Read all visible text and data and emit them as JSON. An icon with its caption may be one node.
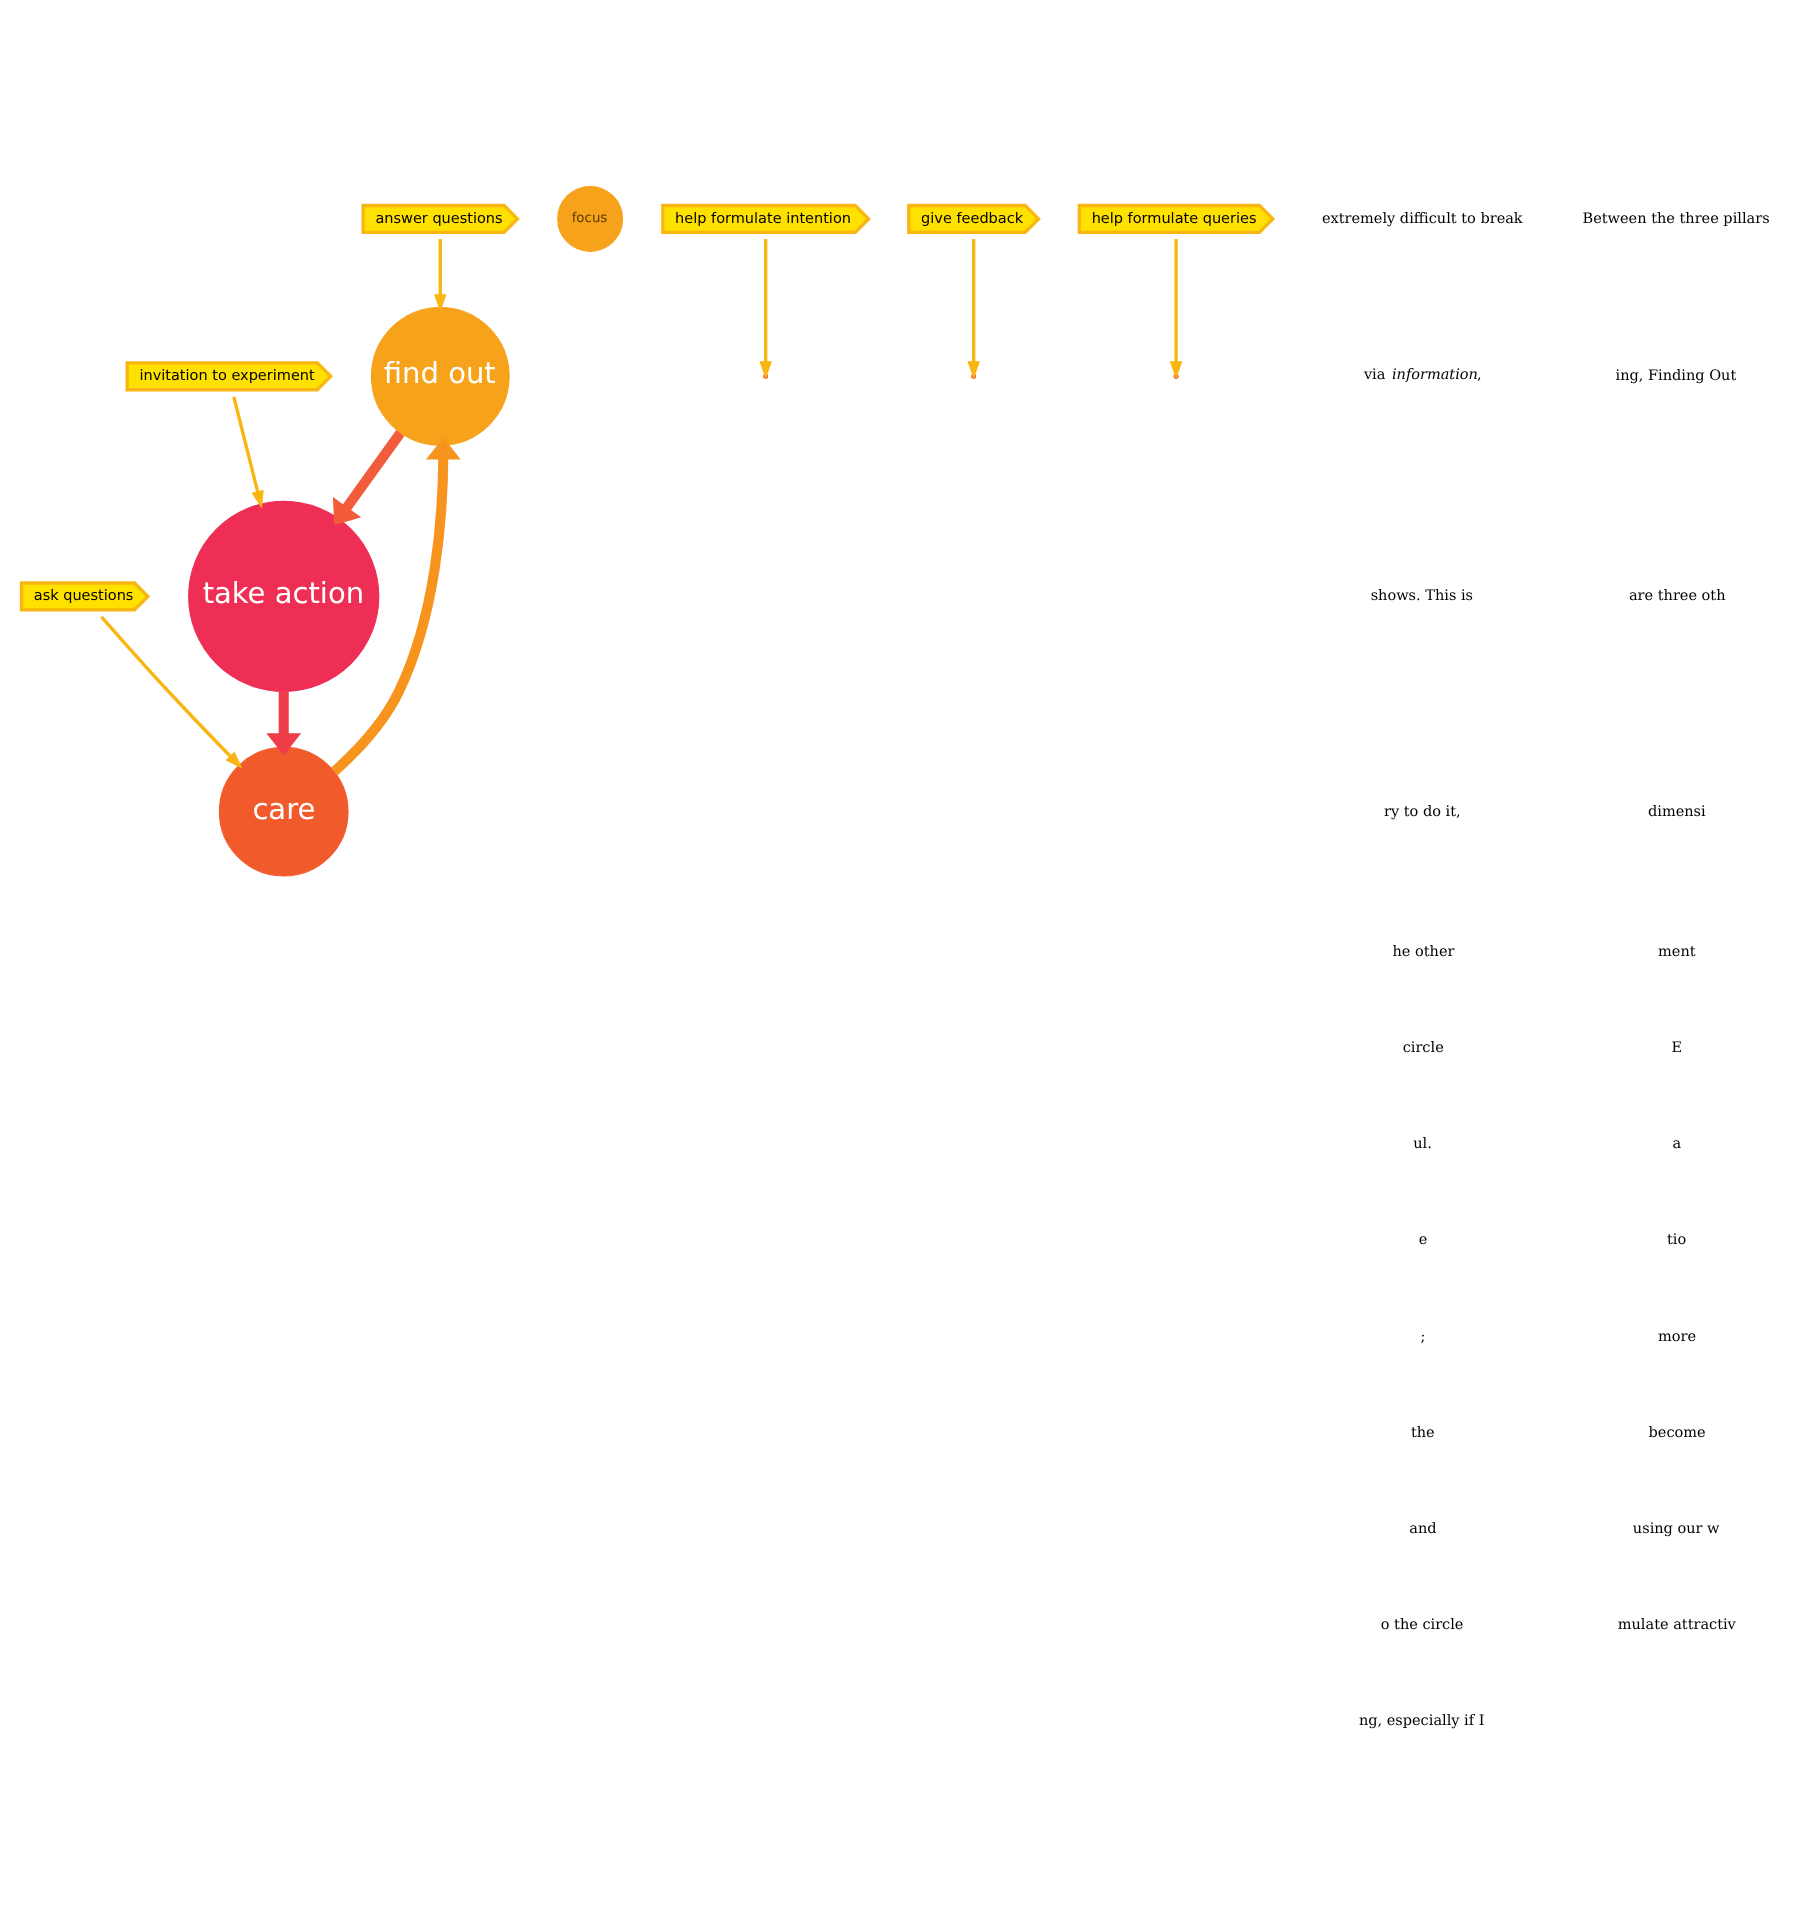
{
  "diagram": {
    "nodes": [
      {
        "text": [
          "find out"
        ]
      },
      {
        "text": [
          "take action"
        ]
      },
      {
        "text": [
          "care"
        ]
      },
      {
        "text": [
          "focus"
        ]
      },
      {
        "text": [
          "answer questions"
        ]
      },
      {
        "text": [
          "help formulate intention"
        ]
      },
      {
        "text": [
          "invitation to experiment"
        ]
      },
      {
        "text": [
          "give feedback"
        ]
      },
      {
        "text": [
          "ask questions"
        ]
      },
      {
        "text": [
          "help formulate queries"
        ]
      }
    ],
    "edges": [
      {
        "from": 0,
        "to": 1,
        "arrow": "to",
        "style": "thick",
        "color": "#f25c3a"
      },
      {
        "from": 1,
        "to": 2,
        "arrow": "to",
        "style": "thick",
        "color": "#ee3d48"
      },
      {
        "from": 2,
        "to": 0,
        "arrow": "to",
        "style": "thick",
        "color": "#f7941d"
      },
      {
        "from": 4,
        "to": 0,
        "arrow": "to"
      },
      {
        "from": 5,
        "to": null,
        "arrow": "to"
      },
      {
        "from": 6,
        "to": 1,
        "arrow": "to"
      },
      {
        "from": 7,
        "to": null,
        "arrow": "to"
      },
      {
        "from": 8,
        "to": 2,
        "arrow": "to"
      },
      {
        "from": 9,
        "to": null,
        "arrow": "to"
      }
    ],
    "labels": [
      "extremely difficult to break",
      "via *information*,",
      "shows. This is",
      "ry to do it,",
      "he other",
      "circle",
      "ul.",
      "e",
      ";",
      "the",
      "and",
      "o the circle",
      "ng, especially if I",
      "Between the three pillars",
      "ing, Finding Out",
      "are three oth",
      "dimensi",
      "ment",
      "E",
      "a",
      "tio",
      "more",
      "become",
      "using our w",
      "mulate attractiv"
    ]
  }
}
